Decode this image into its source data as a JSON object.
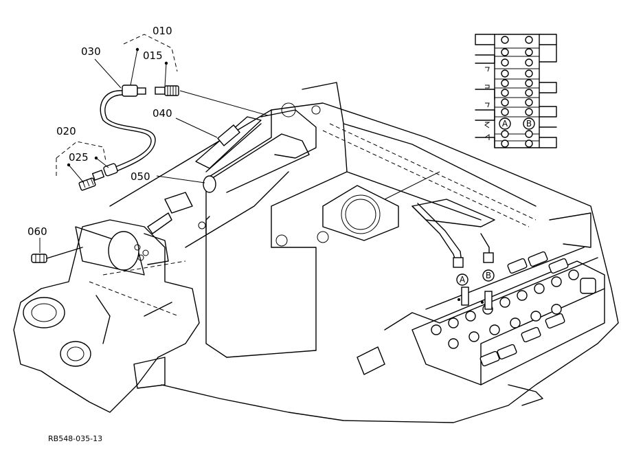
{
  "parts": {
    "p010": "010",
    "p015": "015",
    "p020": "020",
    "p025": "025",
    "p030": "030",
    "p040": "040",
    "p050": "050",
    "p060": "060"
  },
  "markers": {
    "a": "A",
    "b": "B"
  },
  "drawing_code": "RB548-035-13"
}
